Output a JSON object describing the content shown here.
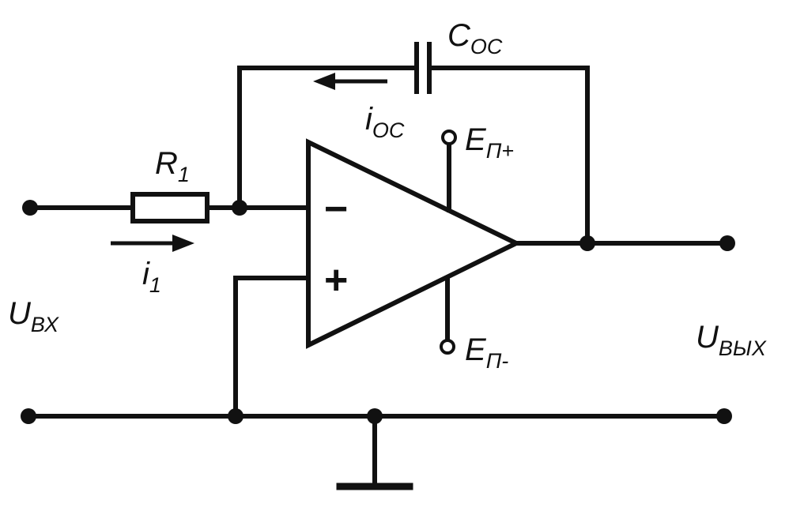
{
  "labels": {
    "capacitor": {
      "main": "C",
      "sub": "OC"
    },
    "resistor": {
      "main": "R",
      "sub": "1"
    },
    "feedback_current": {
      "main": "i",
      "sub": "OC"
    },
    "input_current": {
      "main": "i",
      "sub": "1"
    },
    "supply_pos": {
      "main": "E",
      "sub": "П+"
    },
    "supply_neg": {
      "main": "E",
      "sub": "П-"
    },
    "input_voltage": {
      "main": "U",
      "sub": "ВХ"
    },
    "output_voltage": {
      "main": "U",
      "sub": "ВЫХ"
    }
  },
  "opamp": {
    "inverting": "−",
    "noninverting": "+"
  }
}
